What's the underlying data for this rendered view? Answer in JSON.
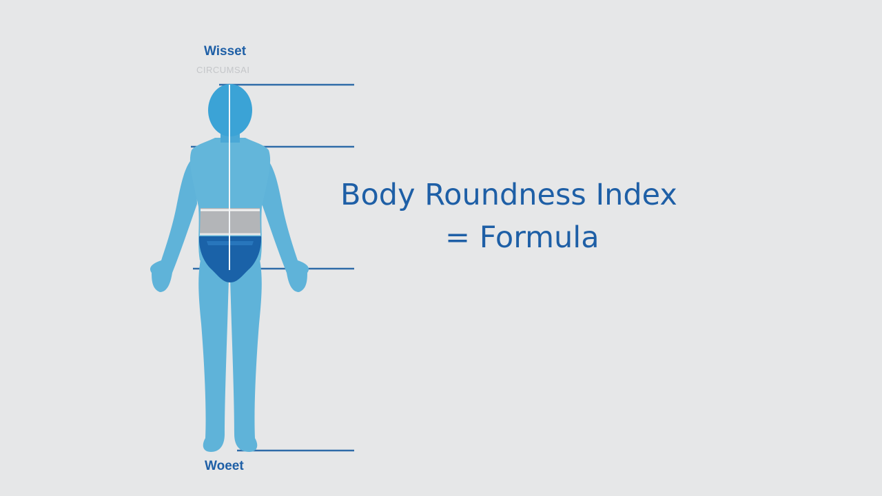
{
  "labels": {
    "top": "Wisset",
    "top_sub": "CIRCUMSAI",
    "bottom": "Woeet"
  },
  "title": {
    "line1": "Body Roundness Index",
    "line2": "= Formula"
  },
  "colors": {
    "background": "#e6e7e8",
    "body": "#5fb3d9",
    "head_light": "#3ba3d6",
    "waist_band": "#b3b5b8",
    "hip_band": "#1a62a8",
    "text": "#1e5fa6",
    "lines": "#2e6ba8"
  },
  "icons": {
    "figure": "human-body-silhouette"
  }
}
